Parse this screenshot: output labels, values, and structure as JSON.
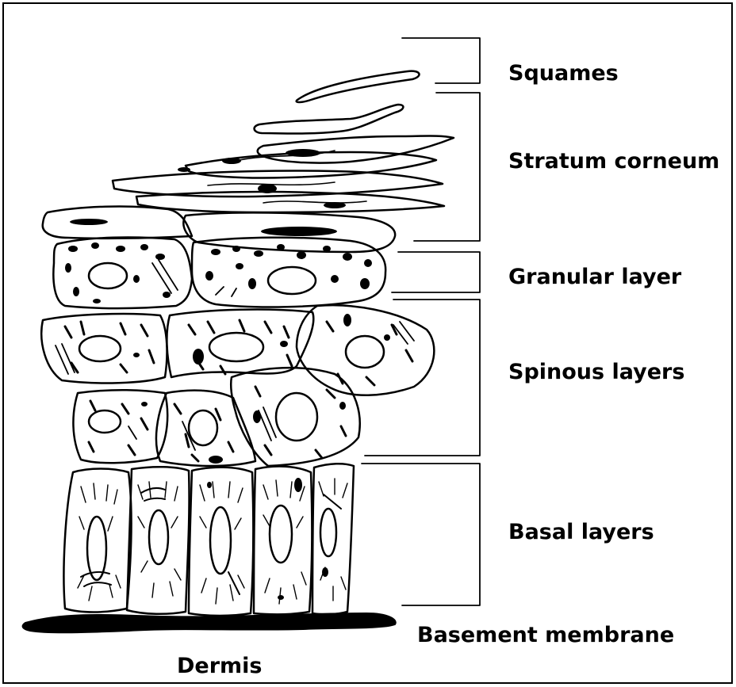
{
  "labels": {
    "squames": "Squames",
    "stratum_corneum": "Stratum corneum",
    "granular_layer": "Granular layer",
    "spinous_layers": "Spinous layers",
    "basal_layers": "Basal layers",
    "basement_membrane": "Basement membrane",
    "dermis": "Dermis"
  },
  "colors": {
    "ink": "#000000",
    "background": "#ffffff"
  }
}
